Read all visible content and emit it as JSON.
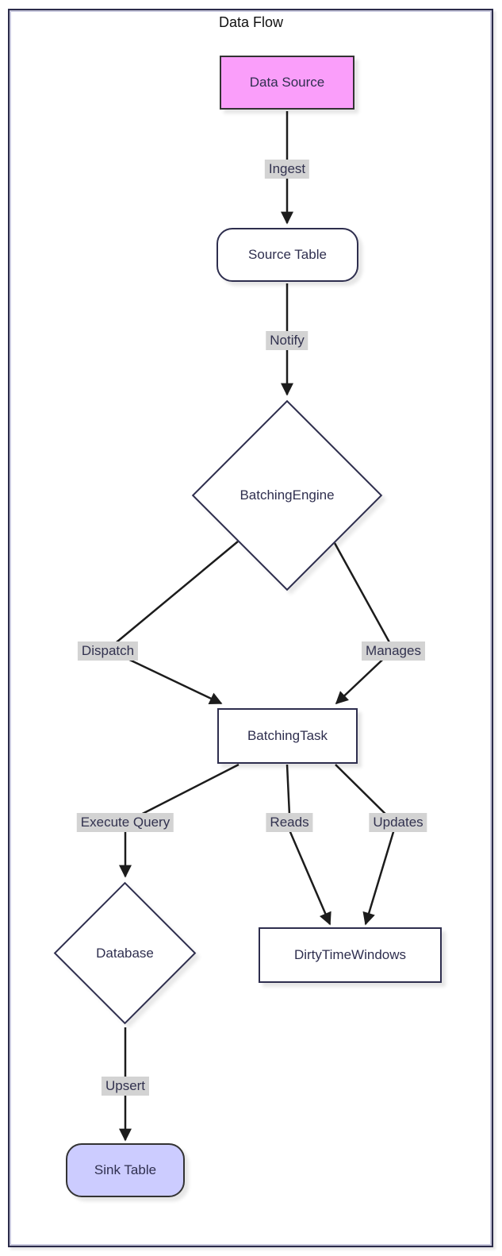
{
  "diagram": {
    "title": "Data Flow",
    "nodes": [
      {
        "id": "data_source",
        "label": "Data Source",
        "shape": "rectangle",
        "fill": "#fa9efa",
        "border": "#333333"
      },
      {
        "id": "source_table",
        "label": "Source Table",
        "shape": "rounded",
        "fill": "#ffffff",
        "border": "#2e2e4e"
      },
      {
        "id": "batching_engine",
        "label": "BatchingEngine",
        "shape": "diamond",
        "fill": "#ffffff",
        "border": "#2e2e4e"
      },
      {
        "id": "batching_task",
        "label": "BatchingTask",
        "shape": "rectangle",
        "fill": "#ffffff",
        "border": "#2e2e4e"
      },
      {
        "id": "database",
        "label": "Database",
        "shape": "diamond",
        "fill": "#ffffff",
        "border": "#2e2e4e"
      },
      {
        "id": "dirty_time_windows",
        "label": "DirtyTimeWindows",
        "shape": "rectangle",
        "fill": "#ffffff",
        "border": "#2e2e4e"
      },
      {
        "id": "sink_table",
        "label": "Sink Table",
        "shape": "rounded",
        "fill": "#ccccff",
        "border": "#333333"
      }
    ],
    "edges": [
      {
        "from": "data_source",
        "to": "source_table",
        "label": "Ingest"
      },
      {
        "from": "source_table",
        "to": "batching_engine",
        "label": "Notify"
      },
      {
        "from": "batching_engine",
        "to": "batching_task",
        "label": "Dispatch"
      },
      {
        "from": "batching_engine",
        "to": "batching_task",
        "label": "Manages"
      },
      {
        "from": "batching_task",
        "to": "database",
        "label": "Execute Query"
      },
      {
        "from": "batching_task",
        "to": "dirty_time_windows",
        "label": "Reads"
      },
      {
        "from": "batching_task",
        "to": "dirty_time_windows",
        "label": "Updates"
      },
      {
        "from": "database",
        "to": "sink_table",
        "label": "Upsert"
      }
    ],
    "colors": {
      "edge_line": "#1c1c1c",
      "edge_label_bg": "#d3d3d3",
      "node_text": "#2f2f4f",
      "frame_border": "#2b2b4a",
      "data_source_fill": "#fa9efa",
      "sink_table_fill": "#ccccff"
    }
  }
}
